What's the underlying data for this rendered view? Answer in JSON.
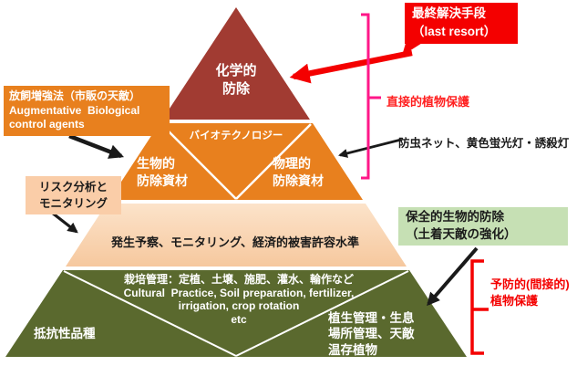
{
  "colors": {
    "tier1": "#a13b32",
    "tier2": "#e8801e",
    "tier3_top": "#fce3ca",
    "tier3_bottom": "#f6c89e",
    "tier4": "#5a692e",
    "last_resort_bg": "#f40000",
    "augmentative_bg": "#e8801e",
    "risk_bg": "#facda8",
    "conservation_bg": "#c6e0b4",
    "direct_label": "#ff2020",
    "preventive_label": "#f40000",
    "pink_bracket": "#ff1788",
    "red_bracket": "#f40000",
    "arrow_black": "#1a1a1a",
    "arrow_red": "#f40000"
  },
  "pyramid": {
    "tier1_label": "化学的\n防除",
    "tier2_center_label": "バイオテクノロジー",
    "tier2_left_label": "生物的\n防除資材",
    "tier2_right_label": "物理的\n防除資材",
    "tier3_label": "発生予察、モニタリング、経済的被害許容水準",
    "tier4_center_label": "栽培管理：定植、土壌、施肥、灌水、輪作など\nCultural  Practice, Soil preparation, fertilizer,\nirrigation, crop rotation\netc",
    "tier4_left_label": "抵抗性品種",
    "tier4_right_label": "植生管理・生息\n場所管理、天敵\n温存植物"
  },
  "callouts": {
    "last_resort_label": "最終解決手段\n（last resort）",
    "augmentative_label": "放飼増強法（市販の天敵）\nAugmentative  Biological\ncontrol agents",
    "risk_label": "リスク分析と\nモニタリング",
    "insect_net_label": "防虫ネット、黄色蛍光灯・誘殺灯",
    "conservation_label": "保全的生物的防除\n（土着天敵の強化）",
    "direct_protection_label": "直接的植物保護",
    "preventive_protection_label": "予防的(間接的)\n植物保護"
  }
}
